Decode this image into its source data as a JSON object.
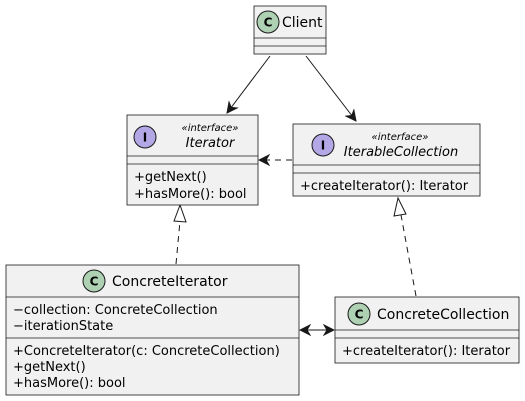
{
  "colors": {
    "class_fill": "#f1f1f1",
    "border": "#181818",
    "badge_class": "#add1b2",
    "badge_interface": "#b4a7e5"
  },
  "classes": {
    "client": {
      "name": "Client",
      "badge": "C",
      "attributes": [],
      "methods": []
    },
    "iterator": {
      "name": "Iterator",
      "badge": "I",
      "stereotype": "«interface»",
      "attributes": [],
      "methods": [
        "+getNext()",
        "+hasMore(): bool"
      ]
    },
    "iterable_collection": {
      "name": "IterableCollection",
      "badge": "I",
      "stereotype": "«interface»",
      "attributes": [],
      "methods": [
        "+createIterator(): Iterator"
      ]
    },
    "concrete_iterator": {
      "name": "ConcreteIterator",
      "badge": "C",
      "attributes": [
        "−collection: ConcreteCollection",
        "−iterationState"
      ],
      "methods": [
        "+ConcreteIterator(c: ConcreteCollection)",
        "+getNext()",
        "+hasMore(): bool"
      ]
    },
    "concrete_collection": {
      "name": "ConcreteCollection",
      "badge": "C",
      "attributes": [],
      "methods": [
        "+createIterator(): Iterator"
      ]
    }
  },
  "relations": [
    {
      "from": "Client",
      "to": "Iterator",
      "kind": "association"
    },
    {
      "from": "Client",
      "to": "IterableCollection",
      "kind": "association"
    },
    {
      "from": "IterableCollection",
      "to": "Iterator",
      "kind": "dependency"
    },
    {
      "from": "ConcreteIterator",
      "to": "Iterator",
      "kind": "realization"
    },
    {
      "from": "ConcreteCollection",
      "to": "IterableCollection",
      "kind": "realization"
    },
    {
      "from": "ConcreteIterator",
      "to": "ConcreteCollection",
      "kind": "bidirectional-association"
    }
  ]
}
